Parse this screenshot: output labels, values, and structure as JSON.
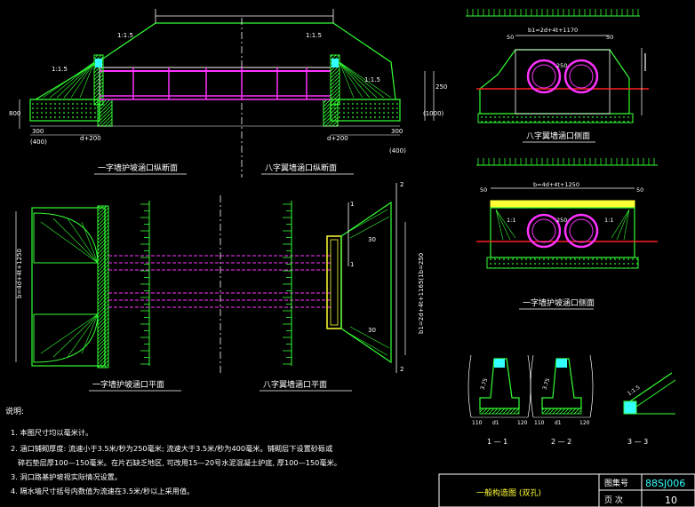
{
  "views": {
    "long_section_1": "一字墙护坡涵口纵断面",
    "long_section_2": "八字翼墙涵口纵断面",
    "plan_1": "一字墙护坡涵口平面",
    "plan_2": "八字翼墙涵口平面",
    "side_1": "八字翼墙涵口侧面",
    "side_2": "一字墙护坡涵口侧面"
  },
  "dims": {
    "slope": "1:1.5",
    "slope_short": "1:1",
    "d200_left": "d+200",
    "d200_right": "d+200",
    "d_300": "300",
    "d_400": "(400)",
    "d_300r": "300",
    "d_400r": "(400)",
    "d_800": "800",
    "d_1000": "(1000)",
    "d_250": "250",
    "b_side1": "b1=2d+4t+1170",
    "b_side2": "b=4d+4t+1250",
    "b_plan": "b=4d+4t+1250",
    "b_plan2": "b1=2d+4t+1165(1b=250",
    "d_50a": "50",
    "d_50b": "50",
    "d_50c": "50",
    "d_50d": "50",
    "d_250c": "250",
    "d_250d": "250",
    "n30a": "30",
    "n30b": "30",
    "n1": "1",
    "n2": "2",
    "n1b": "1",
    "n2b": "2",
    "d110a": "110",
    "d120a": "120",
    "d110b": "110",
    "d120b": "120",
    "dd1": "d1",
    "dd2": "d1",
    "dim_3_75": "3.75",
    "dim_3_75b": "3.75"
  },
  "sections": {
    "s11": "1 — 1",
    "s22": "2 — 2",
    "s33": "3 — 3"
  },
  "notes": {
    "title": "说明:",
    "n1": "1. 本图尺寸均以毫米计。",
    "n2": "2. 涵口铺砌厚度: 流速小于3.5米/秒为250毫米; 流速大于3.5米/秒为400毫米。铺砌层下设置砂砾或",
    "n2b": "碎石垫层厚100—150毫米。在片石缺乏地区, 可改用15—20号水泥混凝土护底, 厚100—150毫米。",
    "n3": "3. 洞口路基护坡视实际情况设置。",
    "n4": "4. 隔水墙尺寸括号内数值为流速在3.5米/秒以上采用值。"
  },
  "title_block": {
    "drawing_title": "一般构造图 (双孔)",
    "atlas_label": "图集号",
    "atlas_value": "88SJ006",
    "page_label": "页 次",
    "page_value": "10"
  },
  "colors": {
    "background": "#000000",
    "outline": "#ffffff",
    "masonry": "#33ff33",
    "pipe": "#ff33ff",
    "ground_line": "#ff2020",
    "dim": "#ffffff",
    "highlight": "#ffff33",
    "cyan": "#33ffff"
  }
}
